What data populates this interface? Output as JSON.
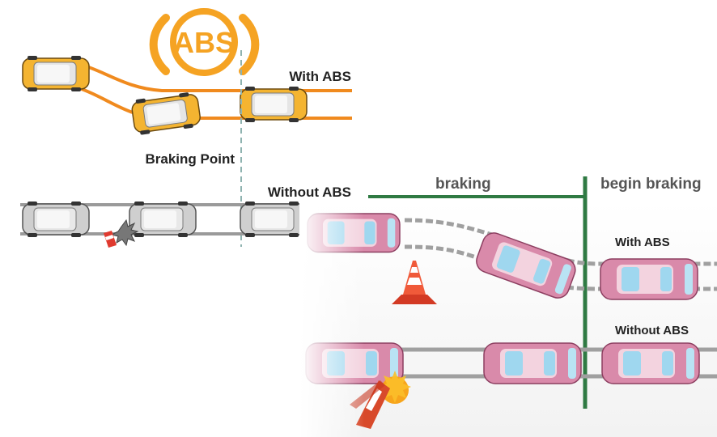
{
  "colors": {
    "abs_orange": "#F5A323",
    "path_orange": "#F08A1E",
    "path_grey": "#9a9a9a",
    "dashed_teal": "#8fb3b0",
    "braking_green": "#2f7a43",
    "pink_car": "#d88aa8",
    "yellow_car": "#f4b431",
    "grey_car": "#c9c9c9",
    "label": "#222222"
  },
  "top_diagram": {
    "badge": "ABS",
    "with_abs": "With ABS",
    "braking_point": "Braking Point",
    "without_abs": "Without ABS",
    "icons": [
      "abs-warning-icon",
      "collision-icon"
    ]
  },
  "bottom_diagram": {
    "braking": "braking",
    "begin_braking": "begin braking",
    "with_abs": "With ABS",
    "without_abs": "Without ABS",
    "icons": [
      "traffic-cone-icon",
      "collision-burst-icon"
    ]
  }
}
